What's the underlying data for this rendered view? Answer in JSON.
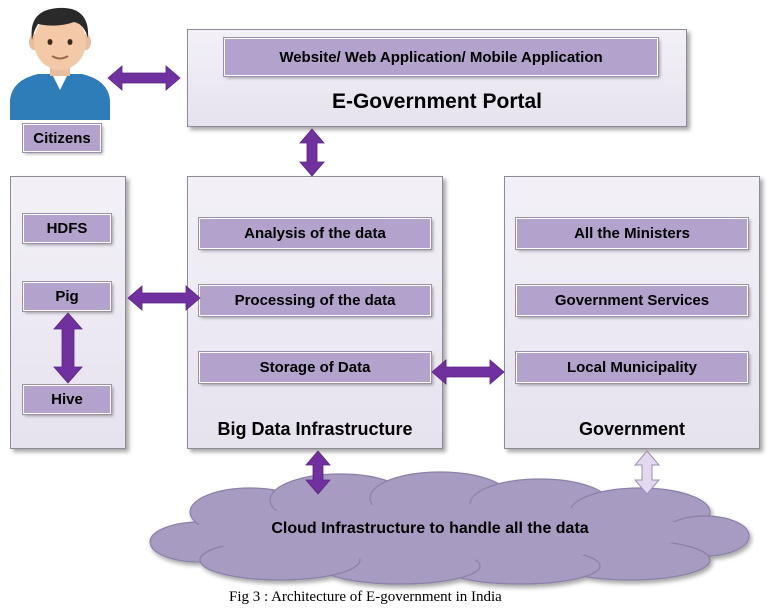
{
  "citizens": {
    "label": "Citizens"
  },
  "portal": {
    "inner_label": "Website/ Web Application/ Mobile Application",
    "title": "E-Government Portal"
  },
  "left_box": {
    "items": [
      "HDFS",
      "Pig",
      "Hive"
    ]
  },
  "bigdata": {
    "items": [
      "Analysis of the data",
      "Processing of the data",
      "Storage of Data"
    ],
    "title": "Big Data Infrastructure"
  },
  "government": {
    "items": [
      "All the Ministers",
      "Government Services",
      "Local Municipality"
    ],
    "title": "Government"
  },
  "cloud": {
    "label": "Cloud Infrastructure to handle all the data"
  },
  "caption": "Fig 3 : Architecture of E-government in India",
  "colors": {
    "arrow": "#7030a0",
    "arrow_light": "#e3d8f0",
    "label_fill": "#b2a2cc",
    "cloud_fill": "#a89bc2"
  }
}
